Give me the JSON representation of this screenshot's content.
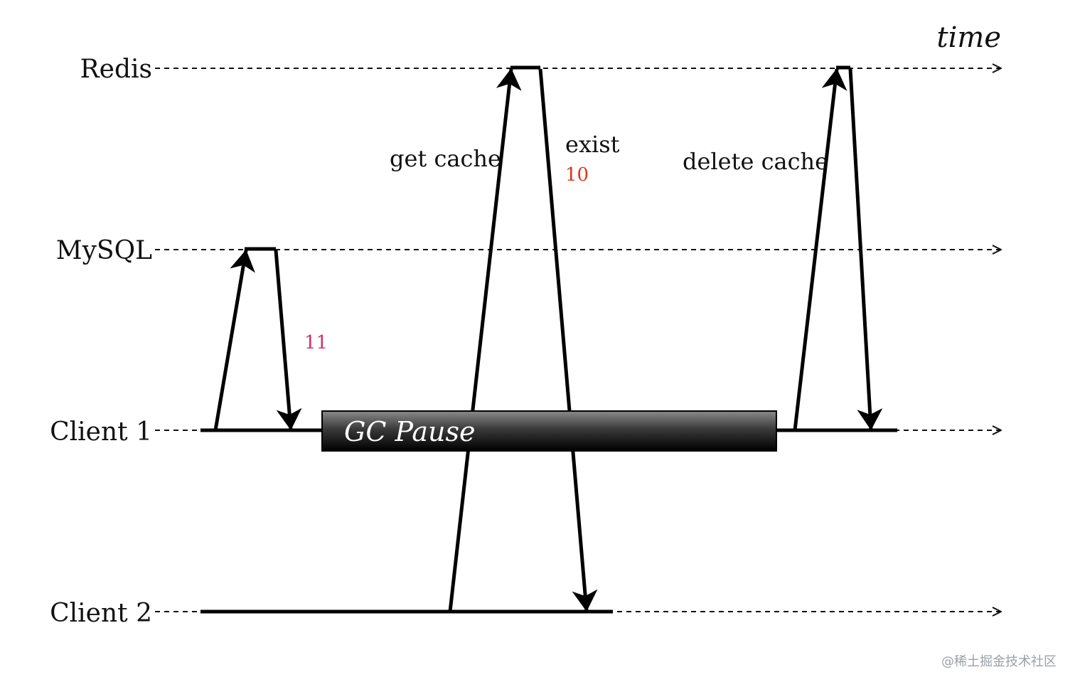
{
  "time_label": "time",
  "lanes": {
    "redis": "Redis",
    "mysql": "MySQL",
    "client1": "Client 1",
    "client2": "Client 2"
  },
  "annotations": {
    "get_cache": "get cache",
    "exist": "exist",
    "exist_value": "10",
    "delete_cache": "delete cache",
    "mysql_value": "11"
  },
  "gc_pause": "GC Pause",
  "watermark": "@稀土掘金技术社区",
  "colors": {
    "line": "#000000",
    "exist_value": "#d9381e",
    "mysql_value": "#d0306e",
    "gc_top": "#8a8a8a",
    "gc_bottom": "#000000"
  }
}
